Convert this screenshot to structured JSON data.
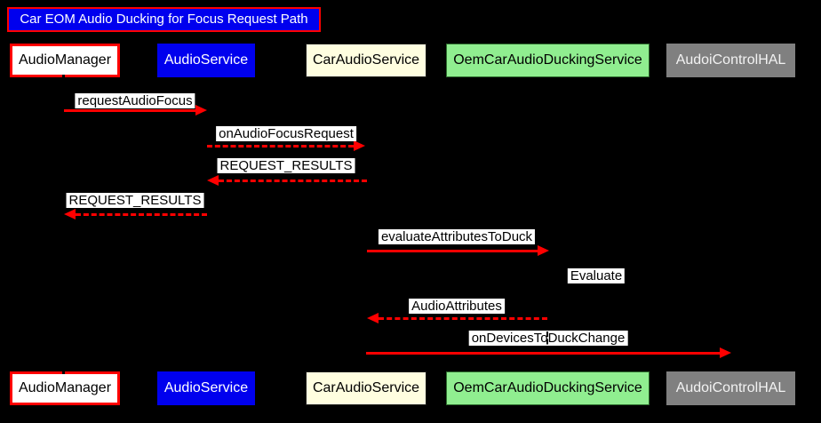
{
  "diagram_type": "sequence-diagram",
  "title": {
    "text": "Car EOM Audio Ducking for Focus Request Path",
    "bg": "#0000ee",
    "border": "#ff0000",
    "text_color": "#ffffff"
  },
  "colors": {
    "background": "#000000",
    "arrow": "#ff0000",
    "message_label_bg": "#ffffff",
    "message_label_text": "#000000",
    "lifeline": "#000000"
  },
  "participants": [
    {
      "name": "AudioManager",
      "fill": "#ffffff",
      "border": "#ff0000",
      "text_color": "#000000"
    },
    {
      "name": "AudioService",
      "fill": "#0000ee",
      "border": "#0000ee",
      "text_color": "#ffffff"
    },
    {
      "name": "CarAudioService",
      "fill": "#fffee0",
      "border": "#1a1a1a",
      "text_color": "#000000"
    },
    {
      "name": "OemCarAudioDuckingService",
      "fill": "#90ee90",
      "border": "#2d6b2d",
      "text_color": "#000000"
    },
    {
      "name": "AudoiControlHAL",
      "fill": "#808080",
      "border": "#808080",
      "text_color": "#f2f2f2"
    }
  ],
  "messages": [
    {
      "label": "requestAudioFocus",
      "from": "AudioManager",
      "to": "AudioService",
      "line": "solid",
      "direction": "right"
    },
    {
      "label": "onAudioFocusRequest",
      "from": "AudioService",
      "to": "CarAudioService",
      "line": "dashed",
      "direction": "right"
    },
    {
      "label": "REQUEST_RESULTS",
      "from": "CarAudioService",
      "to": "AudioService",
      "line": "dashed",
      "direction": "left"
    },
    {
      "label": "REQUEST_RESULTS",
      "from": "AudioService",
      "to": "AudioManager",
      "line": "dashed",
      "direction": "left"
    },
    {
      "label": "evaluateAttributesToDuck",
      "from": "CarAudioService",
      "to": "OemCarAudioDuckingService",
      "line": "solid",
      "direction": "right"
    },
    {
      "label": "Evaluate",
      "from": "OemCarAudioDuckingService",
      "to": "OemCarAudioDuckingService",
      "line": "self",
      "direction": "self"
    },
    {
      "label": "AudioAttributes",
      "from": "OemCarAudioDuckingService",
      "to": "CarAudioService",
      "line": "dashed",
      "direction": "left"
    },
    {
      "label": "onDevicesToDuckChange",
      "from": "CarAudioService",
      "to": "AudoiControlHAL",
      "line": "solid",
      "direction": "right"
    }
  ]
}
